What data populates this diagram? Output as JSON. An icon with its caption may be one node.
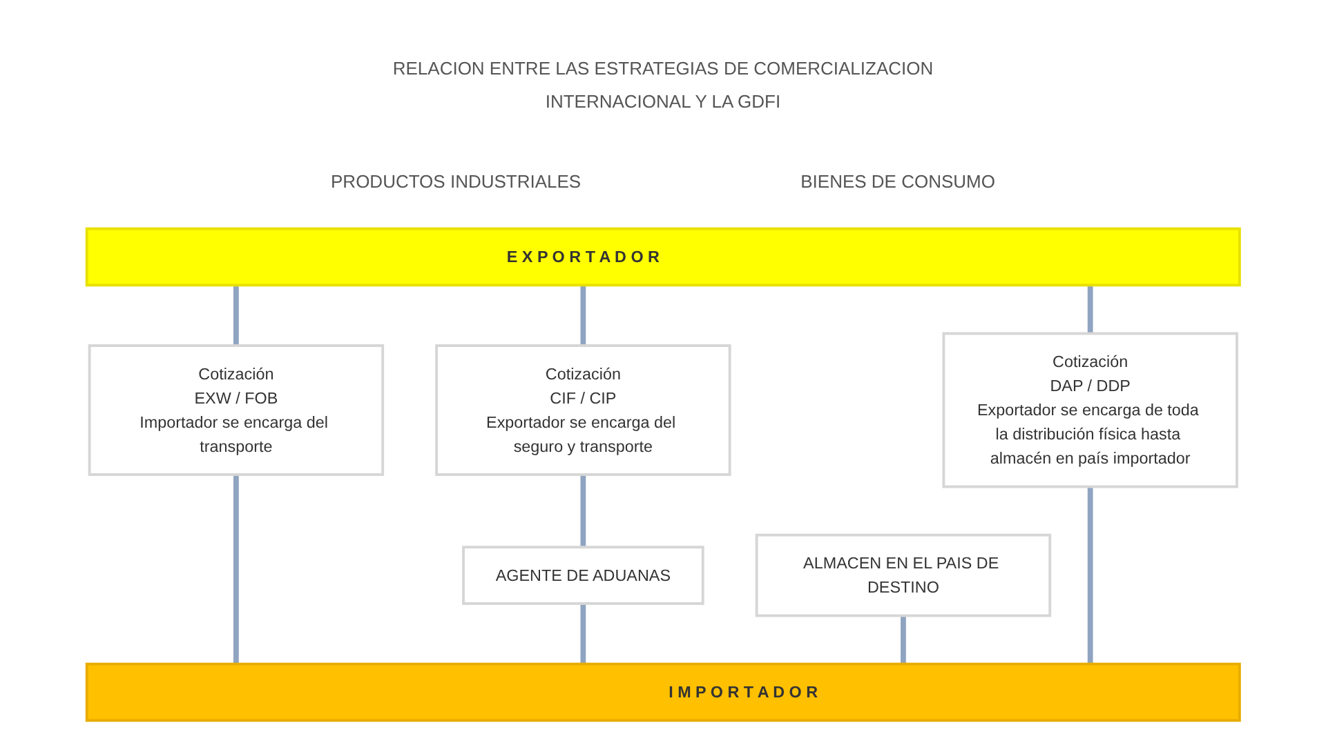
{
  "diagram": {
    "title": "RELACION ENTRE LAS ESTRATEGIAS DE COMERCIALIZACION INTERNACIONAL Y LA GDFI",
    "nodes": [
      {
        "text": [
          "E X P O R T A D O R"
        ]
      },
      {
        "text": [
          "Cotización",
          "EXW / FOB",
          "Importador se encarga del transporte"
        ]
      },
      {
        "text": [
          "Cotización",
          "CIF / CIP",
          "Exportador se encarga del seguro y transporte"
        ]
      },
      {
        "text": [
          "Cotización",
          "DAP / DDP",
          "Exportador se encarga de toda la distribución física hasta almacén en país importador"
        ]
      },
      {
        "text": [
          "AGENTE DE ADUANAS"
        ]
      },
      {
        "text": [
          "ALMACEN EN EL PAIS DE DESTINO"
        ]
      },
      {
        "text": [
          "I M P O R T A D O R"
        ]
      }
    ],
    "edges": [
      {
        "from": 0,
        "to": 1,
        "arrow": "none"
      },
      {
        "from": 0,
        "to": 2,
        "arrow": "none"
      },
      {
        "from": 0,
        "to": 3,
        "arrow": "none"
      },
      {
        "from": 1,
        "to": 6,
        "arrow": "none"
      },
      {
        "from": 2,
        "to": 4,
        "arrow": "none"
      },
      {
        "from": 4,
        "to": 6,
        "arrow": "none"
      },
      {
        "from": 5,
        "to": 6,
        "arrow": "none"
      },
      {
        "from": 3,
        "to": 6,
        "arrow": "none"
      }
    ],
    "labels": [
      "PRODUCTOS INDUSTRIALES",
      "BIENES DE CONSUMO"
    ]
  }
}
